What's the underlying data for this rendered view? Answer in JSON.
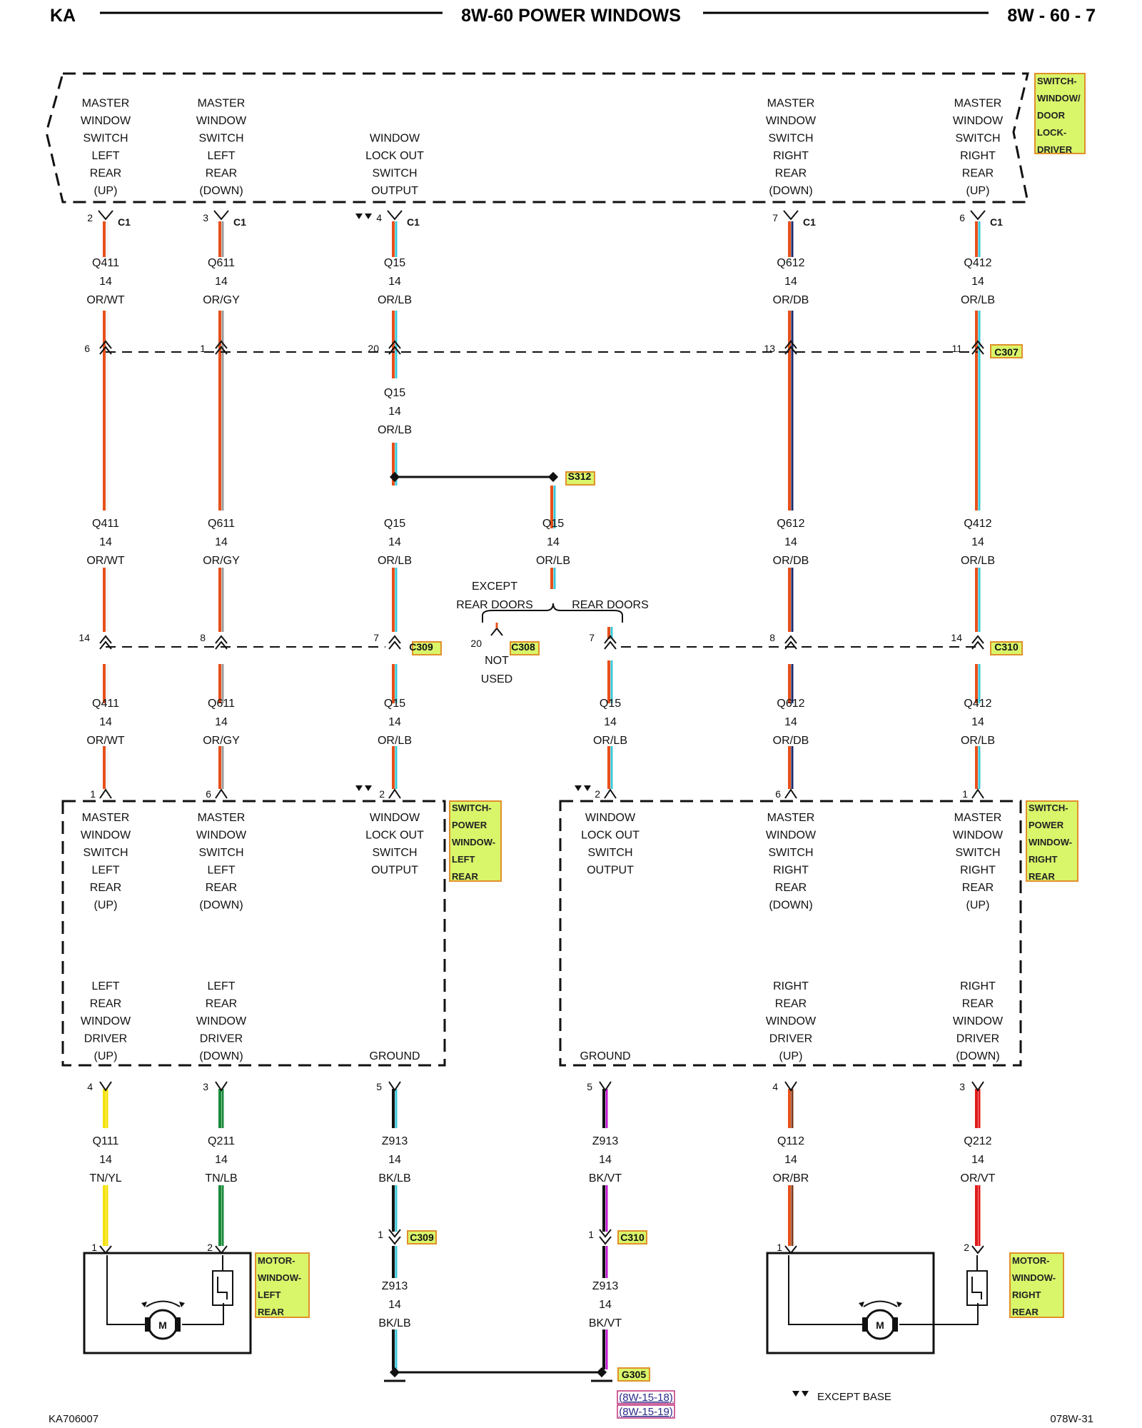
{
  "header": {
    "left": "KA",
    "title": "8W-60 POWER WINDOWS",
    "right": "8W - 60 - 7"
  },
  "components": {
    "driver_switch": {
      "name": [
        "SWITCH-",
        "WINDOW/",
        "DOOR",
        "LOCK-",
        "DRIVER"
      ]
    },
    "left_rear_switch": {
      "name": [
        "SWITCH-",
        "POWER",
        "WINDOW-",
        "LEFT",
        "REAR"
      ]
    },
    "right_rear_switch": {
      "name": [
        "SWITCH-",
        "POWER",
        "WINDOW-",
        "RIGHT",
        "REAR"
      ]
    },
    "left_motor": {
      "name": [
        "MOTOR-",
        "WINDOW-",
        "LEFT",
        "REAR"
      ]
    },
    "right_motor": {
      "name": [
        "MOTOR-",
        "WINDOW-",
        "RIGHT",
        "REAR"
      ]
    }
  },
  "driver_pins": [
    {
      "lines": [
        "MASTER",
        "WINDOW",
        "SWITCH",
        "LEFT",
        "REAR",
        "(UP)"
      ],
      "pin": "2",
      "conn": "C1"
    },
    {
      "lines": [
        "MASTER",
        "WINDOW",
        "SWITCH",
        "LEFT",
        "REAR",
        "(DOWN)"
      ],
      "pin": "3",
      "conn": "C1"
    },
    {
      "lines": [
        "WINDOW",
        "LOCK OUT",
        "SWITCH",
        "OUTPUT"
      ],
      "pin": "4",
      "conn": "C1"
    },
    {
      "lines": [
        "MASTER",
        "WINDOW",
        "SWITCH",
        "RIGHT",
        "REAR",
        "(DOWN)"
      ],
      "pin": "7",
      "conn": "C1"
    },
    {
      "lines": [
        "MASTER",
        "WINDOW",
        "SWITCH",
        "RIGHT",
        "REAR",
        "(UP)"
      ],
      "pin": "6",
      "conn": "C1"
    }
  ],
  "circuits": {
    "q411": {
      "id": "Q411",
      "gauge": "14",
      "color": "OR/WT"
    },
    "q611": {
      "id": "Q611",
      "gauge": "14",
      "color": "OR/GY"
    },
    "q15": {
      "id": "Q15",
      "gauge": "14",
      "color": "OR/LB"
    },
    "q612": {
      "id": "Q612",
      "gauge": "14",
      "color": "OR/DB"
    },
    "q412": {
      "id": "Q412",
      "gauge": "14",
      "color": "OR/LB"
    },
    "q111": {
      "id": "Q111",
      "gauge": "14",
      "color": "TN/YL"
    },
    "q211": {
      "id": "Q211",
      "gauge": "14",
      "color": "TN/LB"
    },
    "z913a": {
      "id": "Z913",
      "gauge": "14",
      "color": "BK/LB"
    },
    "z913b": {
      "id": "Z913",
      "gauge": "14",
      "color": "BK/VT"
    },
    "q112": {
      "id": "Q112",
      "gauge": "14",
      "color": "OR/BR"
    },
    "q212": {
      "id": "Q212",
      "gauge": "14",
      "color": "OR/VT"
    }
  },
  "connectors": {
    "c307": {
      "name": "C307",
      "pins": [
        "6",
        "1",
        "20",
        "13",
        "11"
      ]
    },
    "s312": {
      "name": "S312"
    },
    "c309": {
      "name": "C309",
      "pins": [
        "14",
        "8",
        "7"
      ]
    },
    "c308": {
      "name": "C308",
      "pin": "20",
      "not_used": [
        "NOT",
        "USED"
      ]
    },
    "c310": {
      "name": "C310",
      "pins": [
        "7",
        "8",
        "14"
      ]
    },
    "c309b": {
      "name": "C309",
      "pin": "1"
    },
    "c310b": {
      "name": "C310",
      "pin": "1"
    },
    "g305": {
      "name": "G305"
    }
  },
  "branch": {
    "except_line1": "EXCEPT",
    "except_line2": "REAR DOORS",
    "rear": "REAR DOORS"
  },
  "left_rear_switch_pins_top": [
    {
      "lines": [
        "MASTER",
        "WINDOW",
        "SWITCH",
        "LEFT",
        "REAR",
        "(UP)"
      ],
      "pin": "1"
    },
    {
      "lines": [
        "MASTER",
        "WINDOW",
        "SWITCH",
        "LEFT",
        "REAR",
        "(DOWN)"
      ],
      "pin": "6"
    },
    {
      "lines": [
        "WINDOW",
        "LOCK OUT",
        "SWITCH",
        "OUTPUT"
      ],
      "pin": "2"
    }
  ],
  "left_rear_switch_pins_bottom": [
    {
      "lines": [
        "LEFT",
        "REAR",
        "WINDOW",
        "DRIVER",
        "(UP)"
      ],
      "pin": "4"
    },
    {
      "lines": [
        "LEFT",
        "REAR",
        "WINDOW",
        "DRIVER",
        "(DOWN)"
      ],
      "pin": "3"
    },
    {
      "lines": [
        "GROUND"
      ],
      "pin": "5"
    }
  ],
  "right_rear_switch_pins_top": [
    {
      "lines": [
        "WINDOW",
        "LOCK OUT",
        "SWITCH",
        "OUTPUT"
      ],
      "pin": "2"
    },
    {
      "lines": [
        "MASTER",
        "WINDOW",
        "SWITCH",
        "RIGHT",
        "REAR",
        "(DOWN)"
      ],
      "pin": "6"
    },
    {
      "lines": [
        "MASTER",
        "WINDOW",
        "SWITCH",
        "RIGHT",
        "REAR",
        "(UP)"
      ],
      "pin": "1"
    }
  ],
  "right_rear_switch_pins_bottom": [
    {
      "lines": [
        "GROUND"
      ],
      "pin": "5"
    },
    {
      "lines": [
        "RIGHT",
        "REAR",
        "WINDOW",
        "DRIVER",
        "(UP)"
      ],
      "pin": "4"
    },
    {
      "lines": [
        "RIGHT",
        "REAR",
        "WINDOW",
        "DRIVER",
        "(DOWN)"
      ],
      "pin": "3"
    }
  ],
  "motor_pins": {
    "left": [
      "1",
      "2"
    ],
    "right": [
      "1",
      "2"
    ],
    "motor_symbol": "M"
  },
  "footer": {
    "left": "KA706007",
    "legend": "EXCEPT BASE",
    "refs": [
      "(8W-15-18)",
      "(8W-15-19)"
    ],
    "right": "078W-31"
  },
  "colors": {
    "orange": "#e8501a",
    "white": "#f2f2f2",
    "gray": "#9a9a9a",
    "lightblue": "#38c8d8",
    "darkblue": "#1a2a6a",
    "yellow": "#f5e20a",
    "green": "#1a8a3a",
    "black": "#111111",
    "violet": "#c21ad0",
    "brown": "#7a3a1a",
    "red": "#e01a1a",
    "label_fill": "#d9f56a"
  }
}
